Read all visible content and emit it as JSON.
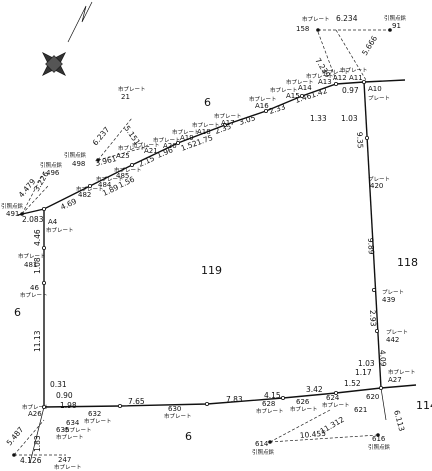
{
  "points": [
    {
      "id": "158",
      "tag": "市プレート"
    },
    {
      "id": "91",
      "tag": "引照点鋲"
    },
    {
      "id": "A11",
      "tag": "市プレート"
    },
    {
      "id": "A10",
      "tag": "プレート"
    },
    {
      "id": "A12",
      "tag": "市プレート"
    },
    {
      "id": "A13",
      "tag": "市プレート"
    },
    {
      "id": "A14",
      "tag": "市プレート"
    },
    {
      "id": "A15",
      "tag": "市プレート"
    },
    {
      "id": "A16",
      "tag": "市プレート"
    },
    {
      "id": "A17",
      "tag": "市プレート"
    },
    {
      "id": "A18",
      "tag": "市プレート"
    },
    {
      "id": "A19",
      "tag": "市プレート"
    },
    {
      "id": "A20",
      "tag": "市プレート"
    },
    {
      "id": "A21",
      "tag": "市プレート"
    },
    {
      "id": "21",
      "tag": "市プレート"
    },
    {
      "id": "498",
      "tag": "引照点鋲"
    },
    {
      "id": "A25",
      "tag": "市プレート"
    },
    {
      "id": "485",
      "tag": "市プレート"
    },
    {
      "id": "484",
      "tag": "市プレート"
    },
    {
      "id": "482",
      "tag": "市プレート"
    },
    {
      "id": "496",
      "tag": "引照点鋲"
    },
    {
      "id": "491",
      "tag": "引照点鋲"
    },
    {
      "id": "A4",
      "tag": "市プレート"
    },
    {
      "id": "481",
      "tag": "市プレート"
    },
    {
      "id": "46",
      "tag": "市プレート"
    },
    {
      "id": "420",
      "tag": "プレート"
    },
    {
      "id": "439",
      "tag": "プレート"
    },
    {
      "id": "442",
      "tag": "プレート"
    },
    {
      "id": "A27",
      "tag": "市プレート"
    },
    {
      "id": "620",
      "tag": ""
    },
    {
      "id": "621",
      "tag": ""
    },
    {
      "id": "624",
      "tag": "市プレート"
    },
    {
      "id": "626",
      "tag": "市プレート"
    },
    {
      "id": "628",
      "tag": "市プレート"
    },
    {
      "id": "630",
      "tag": "市プレート"
    },
    {
      "id": "632",
      "tag": "市プレート"
    },
    {
      "id": "634",
      "tag": "市プレート"
    },
    {
      "id": "635",
      "tag": "市プレート"
    },
    {
      "id": "A26",
      "tag": "市プレート"
    },
    {
      "id": "614",
      "tag": "引照点鋲"
    },
    {
      "id": "616",
      "tag": "引照点鋲"
    },
    {
      "id": "247",
      "tag": "市プレート"
    }
  ],
  "distances": [
    "6.234",
    "7.239",
    "5.666",
    "0.97",
    "1.03",
    "1.33",
    "1.461.42",
    "2.33",
    "3.05",
    "2.35",
    "1.521.75",
    "1.96",
    "2.15",
    "3.961",
    "6.237",
    "5.151",
    "1.89",
    "1.56",
    "4.69",
    "2.083",
    "4.479",
    "3.226",
    "4.46",
    "1.08",
    "11.13",
    "9.35",
    "9.89",
    "2.93",
    "4.09",
    "1.03",
    "1.17",
    "1.52",
    "3.42",
    "4.15",
    "7.83",
    "7.65",
    "1.98",
    "0.90",
    "0.31",
    "6.113",
    "11.312",
    "10.455",
    "5.487",
    "4.126",
    "1.83"
  ],
  "lots": [
    "6",
    "6",
    "119",
    "118",
    "6",
    "114"
  ]
}
